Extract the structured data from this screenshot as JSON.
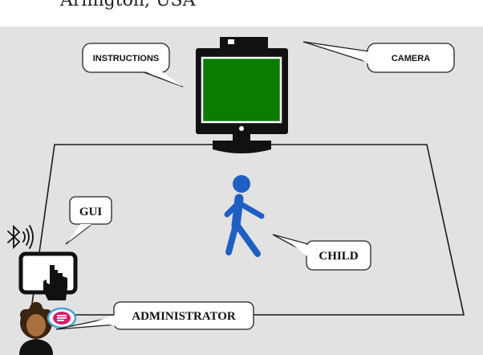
{
  "caption": "Arlington, USA",
  "labels": {
    "instructions": "INSTRUCTIONS",
    "camera": "CAMERA",
    "gui": "GUI",
    "child": "CHILD",
    "administrator": "ADMINISTRATOR"
  },
  "icons": [
    "camera-icon",
    "monitor-icon",
    "person-walking-icon",
    "bluetooth-icon",
    "tablet-touch-icon",
    "administrator-avatar-icon",
    "chat-bubble-icon"
  ],
  "colors": {
    "background": "#e2e2e2",
    "screen": "#0a7d00",
    "child": "#1f5fc4",
    "chat_bubble": "#d9196b",
    "chat_ring": "#4aa0d8"
  }
}
